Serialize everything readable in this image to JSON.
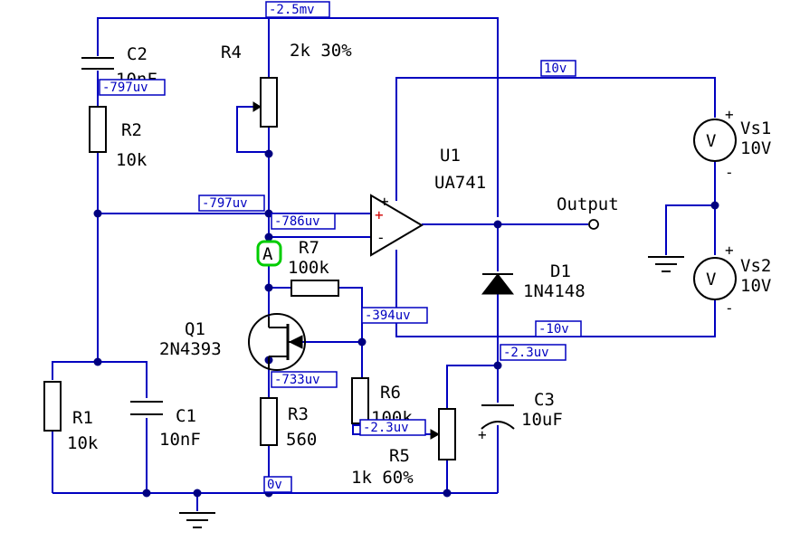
{
  "components": {
    "c2": {
      "name": "C2",
      "value": "10nF"
    },
    "r4": {
      "name": "R4",
      "value": "2k 30%"
    },
    "r2": {
      "name": "R2",
      "value": "10k"
    },
    "u1": {
      "name": "U1",
      "value": "UA741"
    },
    "output": {
      "label": "Output"
    },
    "vs1": {
      "name": "Vs1",
      "value": "10V"
    },
    "vs2": {
      "name": "Vs2",
      "value": "10V"
    },
    "r7": {
      "name": "R7",
      "value": "100k"
    },
    "d1": {
      "name": "D1",
      "value": "1N4148"
    },
    "q1": {
      "name": "Q1",
      "value": "2N4393"
    },
    "r1": {
      "name": "R1",
      "value": "10k"
    },
    "c1": {
      "name": "C1",
      "value": "10nF"
    },
    "r3": {
      "name": "R3",
      "value": "560"
    },
    "r6": {
      "name": "R6",
      "value": "100k"
    },
    "c3": {
      "name": "C3",
      "value": "10uF"
    },
    "r5": {
      "name": "R5",
      "value": "1k 60%"
    }
  },
  "test_point": {
    "label": "A"
  },
  "probes": {
    "top": "-2.5mv",
    "c2_r2": "-797uv",
    "r2_node": "-797uv",
    "opamp_in": "-786uv",
    "supply_pos": "10v",
    "r7_r6": "-394uv",
    "supply_neg": "-10v",
    "c3_top": "-2.3uv",
    "q1_source": "-733uv",
    "r5_wiper": "-2.3uv",
    "ground": "0v"
  },
  "symbols": {
    "plus": "+",
    "minus": "-",
    "voltmeter": "V"
  },
  "colors": {
    "wire": "#0000c0",
    "component": "#000000",
    "probe": "#0000c0",
    "test_point_ring": "#00cc00",
    "opamp_plus": "#d00000"
  }
}
